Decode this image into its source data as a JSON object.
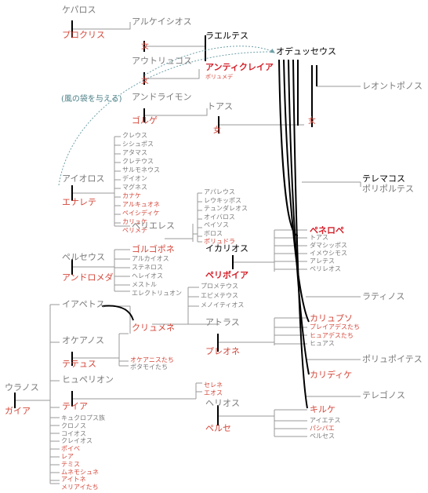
{
  "colors": {
    "male": "#7a7a7a",
    "female": "#d4473a",
    "focus": "#000000",
    "line": "#999999",
    "bold_line": "#000000",
    "arrow": "#6fa0a8"
  },
  "nodes": {
    "kefalos": "ケパロス",
    "prokris": "プロクリス",
    "alkeisios": "アルケイシオス",
    "onna1": "女",
    "laertes": "ラエルテス",
    "odysseus": "オデュッセウス",
    "autolycus": "アウトリュコス",
    "onna2": "女",
    "antikleia": "アンティクレイア",
    "polymede": "ポリュメデ",
    "leontophonos": "レオントポノス",
    "wind_bag_note": "(風の袋を与える)",
    "andraimon": "アンドライモン",
    "gorge": "ゴルゲ",
    "thoas": "トアス",
    "onna3": "女",
    "onna4": "女",
    "aiolos": "アイオロス",
    "enarete": "エナレテ",
    "telemachus": "テレマコス",
    "poliporthes": "ポリポルテス",
    "perieres": "ペリエレス",
    "perseus": "ペルセウス",
    "andromeda": "アンドロメダ",
    "gorgophone": "ゴルゴポネ",
    "ikarios": "イカリオス",
    "periboia": "ペリボイア",
    "penelope": "ペネロペ",
    "latinos": "ラティノス",
    "iapetos": "イアペトス",
    "klymene": "クリュメネ",
    "atlas": "アトラス",
    "okeanos": "オケアノス",
    "tethys": "テテュス",
    "pleione": "プレオネ",
    "kalypso": "カリュプソ",
    "hyperion": "ヒュペリオン",
    "helios": "ヘリオス",
    "poliporthes2": "ポリュポイテス",
    "kallidike": "カリディケ",
    "ouranos": "ウラノス",
    "gaia": "ガイア",
    "theia": "テイア",
    "perse": "ペルセ",
    "kirke": "キルケ",
    "telegonos": "テレゴノス"
  },
  "aiolos_children": [
    "クレウス",
    "シシュポス",
    "アタマス",
    "クレテウス",
    "サルモネウス",
    "デイオン",
    "マグネス",
    "カナケ",
    "アルキュオネ",
    "ペイシディケ",
    "カリュケ",
    "ペリメデ"
  ],
  "aiolos_children_female": [
    false,
    false,
    false,
    false,
    false,
    false,
    false,
    true,
    true,
    true,
    true,
    true
  ],
  "perieres_children": [
    "アパレウス",
    "レウキッポス",
    "テュンダレオス",
    "オイバロス",
    "ペイソス",
    "ボロス",
    "ポリュドラ"
  ],
  "perieres_children_female": [
    false,
    false,
    false,
    false,
    false,
    false,
    true
  ],
  "gorgophone_siblings": [
    "アルカイオス",
    "ステネロス",
    "ヘレイオス",
    "メストル",
    "エレクトリュオン"
  ],
  "penelope_siblings": [
    "トアス",
    "ダマシッポス",
    "イメウシモス",
    "アレテス",
    "ペリレオス"
  ],
  "iapetos_children": [
    "プロメテウス",
    "エピメテウス",
    "メノイティオス"
  ],
  "okeanos_children": [
    "オケアニスたち",
    "ポタモイたち"
  ],
  "okeanos_children_female": [
    true,
    false
  ],
  "atlas_children": [
    "プレイアデスたち",
    "ヒュアデスたち",
    "ヒュアス"
  ],
  "atlas_children_female": [
    true,
    true,
    false
  ],
  "hyperion_children": [
    "セレネ",
    "エオス"
  ],
  "kirke_siblings": [
    "アイエテス",
    "パシパエ",
    "ペルセス"
  ],
  "kirke_siblings_female": [
    false,
    true,
    false
  ],
  "titans": [
    "キュクロプス族",
    "クロノス",
    "コイオス",
    "クレイオス",
    "ポイベ",
    "レア",
    "テミス",
    "ムネモシュネ",
    "アイトネ",
    "メリアイたち"
  ],
  "titans_female": [
    false,
    false,
    false,
    false,
    true,
    true,
    true,
    true,
    true,
    true
  ]
}
